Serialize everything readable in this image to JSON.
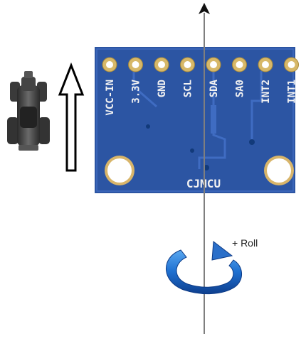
{
  "board": {
    "label": "CJMCU",
    "pins": [
      "VCC-IN",
      "3.3V",
      "GND",
      "SCL",
      "SDA",
      "SA0",
      "INT2",
      "INT1"
    ],
    "color": "#2c55a3"
  },
  "rotation": {
    "label": "+ Roll",
    "color": "#2b6fc9"
  },
  "axis_color": "#7f7f7f"
}
